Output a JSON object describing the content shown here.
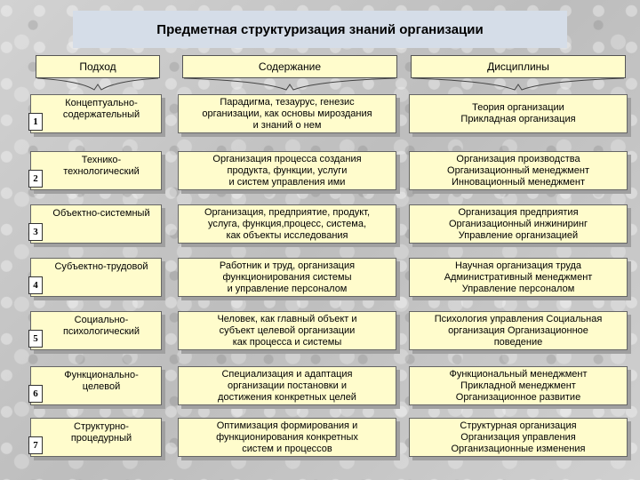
{
  "title": "Предметная структуризация знаний организации",
  "headers": [
    "Подход",
    "Содержание",
    "Дисциплины"
  ],
  "rows": [
    {
      "num": "1",
      "approach": "Концептуально-\nсодержательный",
      "content": "Парадигма, тезаурус, генезис\nорганизации, как основы мироздания\nи знаний о нем",
      "disciplines": "Теория организации\nПрикладная организация"
    },
    {
      "num": "2",
      "approach": "Технико-\nтехнологический",
      "content": "Организация процесса создания\nпродукта, функции, услуги\nи систем управления ими",
      "disciplines": "Организация производства\nОрганизационный менеджмент\nИнновационный менеджмент"
    },
    {
      "num": "3",
      "approach": "Объектно-системный",
      "content": "Организация, предприятие, продукт,\nуслуга, функция,процесс, система,\nкак объекты исследования",
      "disciplines": "Организация предприятия\nОрганизационный инжиниринг\nУправление организацией"
    },
    {
      "num": "4",
      "approach": "Субъектно-трудовой",
      "content": "Работник и труд, организация\nфункционирования системы\nи управление персоналом",
      "disciplines": "Научная организация труда\nАдминистративный менеджмент\nУправление персоналом"
    },
    {
      "num": "5",
      "approach": "Социально-\nпсихологический",
      "content": "Человек, как главный объект и\nсубъект целевой организации\nкак процесса и системы",
      "disciplines": "Психология управления Социальная\nорганизация Организационное\nповедение"
    },
    {
      "num": "6",
      "approach": "Функционально-\nцелевой",
      "content": "Специализация и адаптация\nорганизации постановки и\nдостижения конкретных целей",
      "disciplines": "Функциональный менеджмент\nПрикладной менеджмент\nОрганизационное развитие"
    },
    {
      "num": "7",
      "approach": "Структурно-\nпроцедурный",
      "content": "Оптимизация формирования и\nфункционирования конкретных\nсистем и процессов",
      "disciplines": "Структурная организация\nОрганизация управления\nОрганизационные изменения"
    }
  ]
}
